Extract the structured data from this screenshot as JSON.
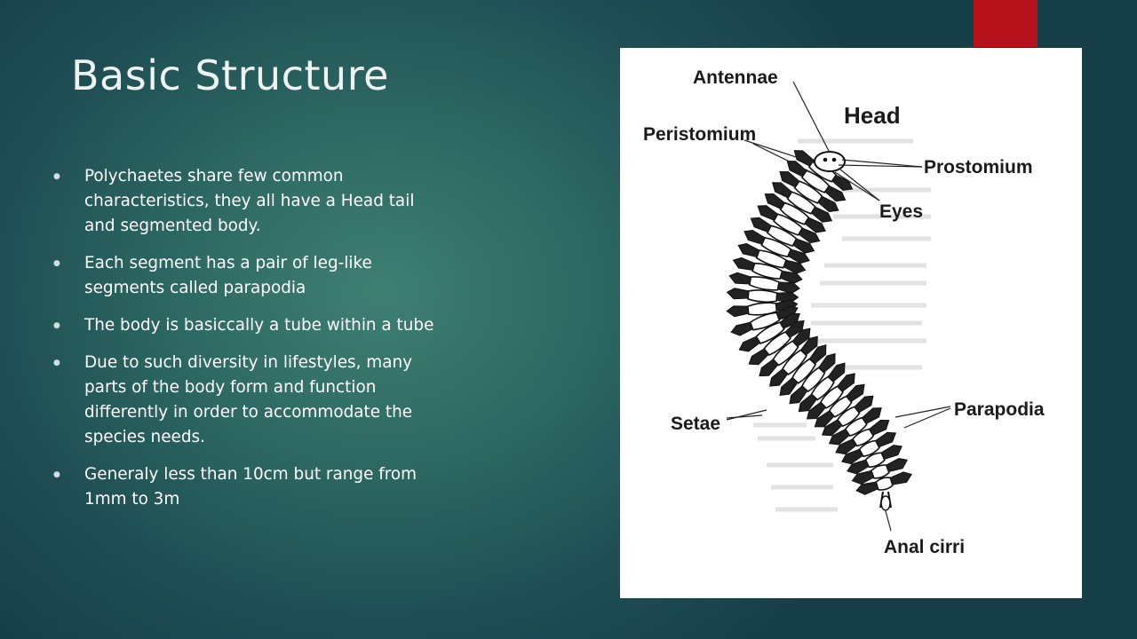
{
  "slide": {
    "title": "Basic Structure",
    "bullets": [
      "Polychaetes share few common characteristics, they all have a Head tail and segmented body.",
      "Each segment has a pair of leg-like segments called parapodia",
      "The body is basiccally a tube within a tube",
      "Due to such diversity in lifestyles, many parts of the body form and function differently in order to accommodate the species needs.",
      "Generaly less than 10cm but range from 1mm to 3m"
    ]
  },
  "figure": {
    "labels": {
      "antennae": "Antennae",
      "head": "Head",
      "peristomium": "Peristomium",
      "prostomium": "Prostomium",
      "eyes": "Eyes",
      "setae": "Setae",
      "parapodia": "Parapodia",
      "anal_cirri": "Anal cirri"
    }
  },
  "colors": {
    "accent": "#b5121b",
    "background": "#2e6a63"
  }
}
